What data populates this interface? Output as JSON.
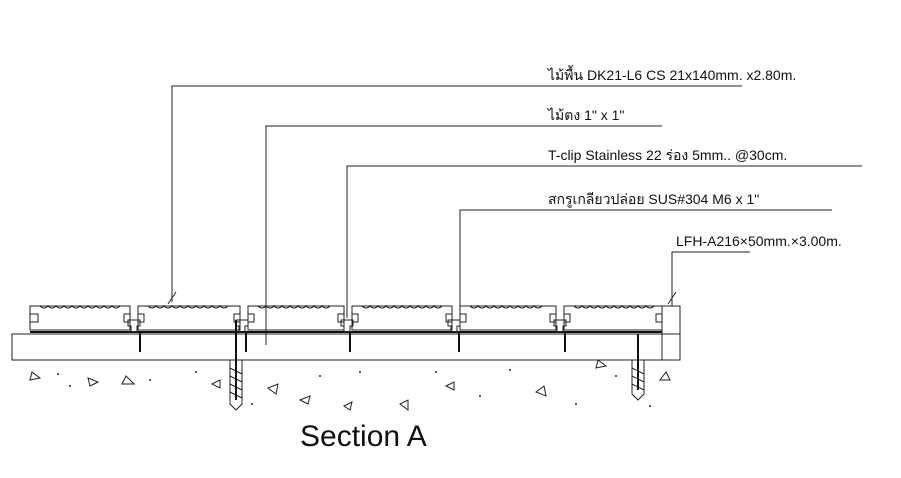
{
  "drawing": {
    "title": "Section A",
    "callouts": [
      {
        "id": "decking",
        "text": "ไม้พื้น DK21-L6  CS  21x140mm. x2.80m."
      },
      {
        "id": "joist",
        "text": "ไม้ตง 1\" x 1\""
      },
      {
        "id": "tclip",
        "text": "T-clip Stainless 22 ร่อง 5mm.. @30cm."
      },
      {
        "id": "screw",
        "text": "สกรูเกลียวปล่อย SUS#304  M6 x 1\""
      },
      {
        "id": "edge",
        "text": "LFH-A216×50mm.×3.00m."
      }
    ]
  }
}
